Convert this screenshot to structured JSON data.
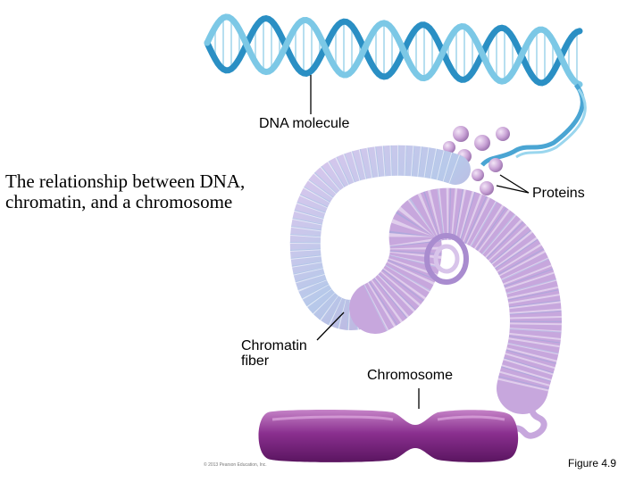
{
  "title": "The relationship between DNA, chromatin, and a chromosome",
  "labels": {
    "dna_molecule": "DNA molecule",
    "proteins": "Proteins",
    "chromatin_fiber_line1": "Chromatin",
    "chromatin_fiber_line2": "fiber",
    "chromosome": "Chromosome"
  },
  "credit": "© 2013 Pearson Education, Inc.",
  "figure_number": "Figure 4.9",
  "colors": {
    "dna_strand_dark": "#2a8fc4",
    "dna_strand_light": "#7cc8e6",
    "protein": "#c9a3d6",
    "chromatin": "#b98ed0",
    "chromosome": "#8a2f8f"
  }
}
